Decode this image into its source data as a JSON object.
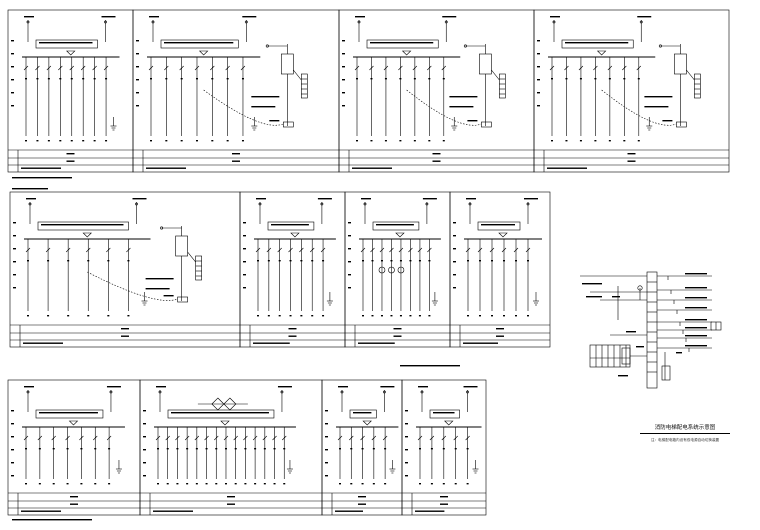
{
  "drawing": {
    "title": "消防电梯配电系统示意图",
    "subtitle": "注：电梯配电箱内设有双电源自动切换装置"
  },
  "colors": {
    "line": "#000000",
    "paper": "#ffffff",
    "accent": "#000000"
  },
  "panels_row1": [
    {
      "count": 8,
      "breaker_type": "single",
      "has_controller": false
    },
    {
      "count": 7,
      "breaker_type": "single",
      "has_controller": true
    },
    {
      "count": 7,
      "breaker_type": "single",
      "has_controller": true
    },
    {
      "count": 7,
      "breaker_type": "single",
      "has_controller": true
    }
  ],
  "panels_row2": [
    {
      "count": 6,
      "breaker_type": "single",
      "has_controller": true
    },
    {
      "count": 7,
      "breaker_type": "single",
      "has_controller": false
    },
    {
      "count": 8,
      "breaker_type": "transformer",
      "has_controller": false
    },
    {
      "count": 6,
      "breaker_type": "single",
      "has_controller": false
    }
  ],
  "panels_row3": [
    {
      "count": 7,
      "breaker_type": "single",
      "has_controller": false
    },
    {
      "count": 14,
      "breaker_type": "metering",
      "has_controller": false
    },
    {
      "count": 5,
      "breaker_type": "single",
      "has_controller": false
    },
    {
      "count": 5,
      "breaker_type": "single",
      "has_controller": false
    }
  ]
}
